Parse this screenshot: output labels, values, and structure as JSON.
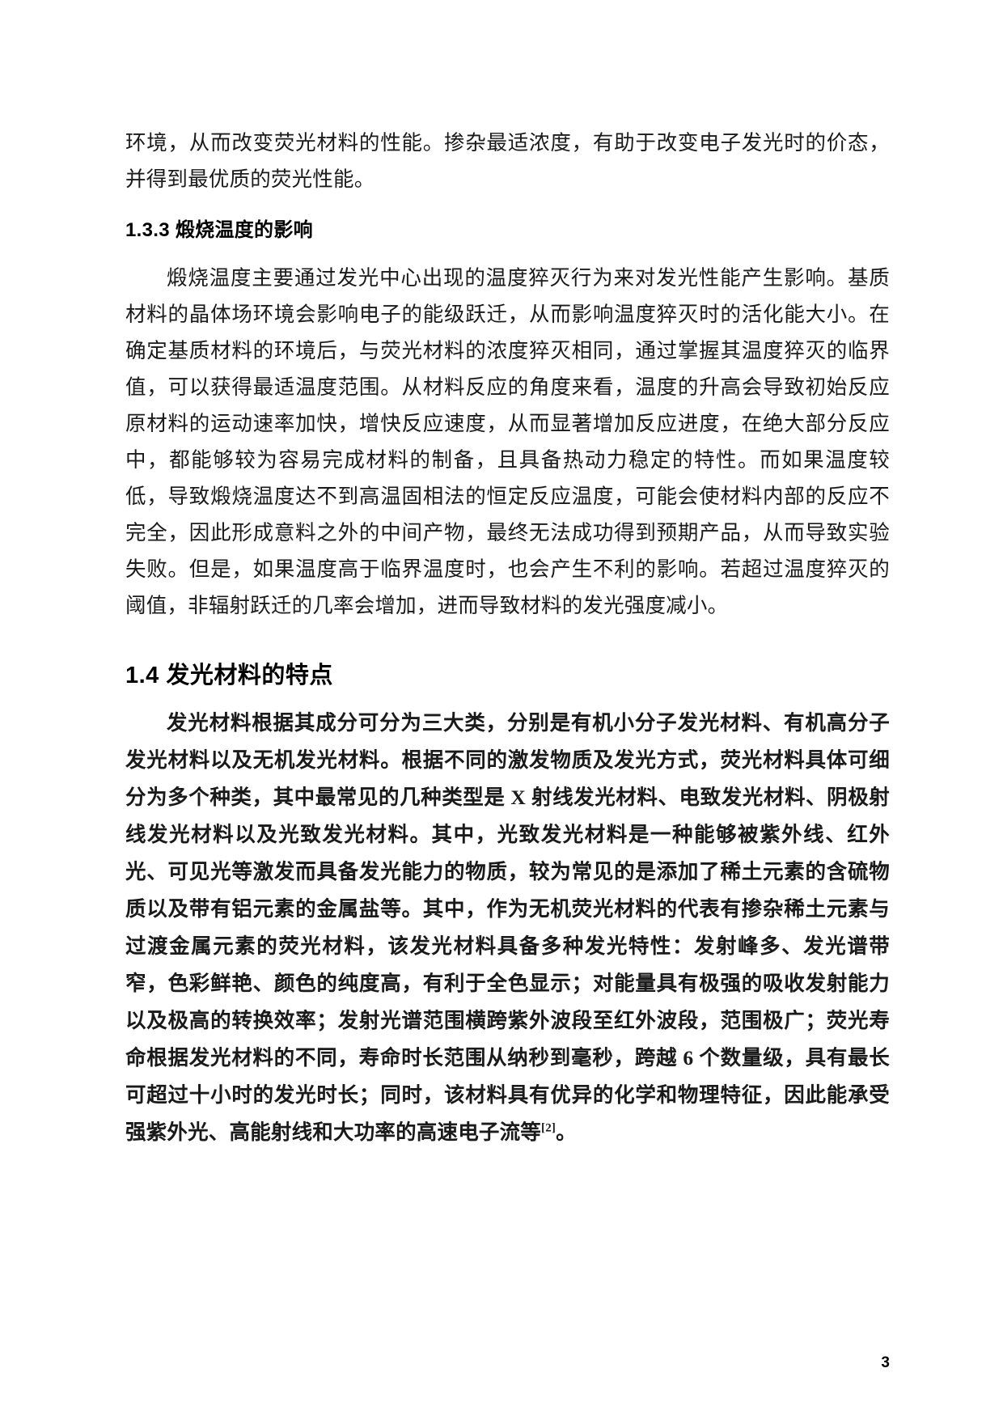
{
  "document": {
    "page_number": "3",
    "language": "zh-CN"
  },
  "blocks": {
    "continued_paragraph": "环境，从而改变荧光材料的性能。掺杂最适浓度，有助于改变电子发光时的价态，并得到最优质的荧光性能。",
    "heading_1_3_3": "1.3.3 煅烧温度的影响",
    "body_1_3_3": "煅烧温度主要通过发光中心出现的温度猝灭行为来对发光性能产生影响。基质材料的晶体场环境会影响电子的能级跃迁，从而影响温度猝灭时的活化能大小。在确定基质材料的环境后，与荧光材料的浓度猝灭相同，通过掌握其温度猝灭的临界值，可以获得最适温度范围。从材料反应的角度来看，温度的升高会导致初始反应原材料的运动速率加快，增快反应速度，从而显著增加反应进度，在绝大部分反应中，都能够较为容易完成材料的制备，且具备热动力稳定的特性。而如果温度较低，导致煅烧温度达不到高温固相法的恒定反应温度，可能会使材料内部的反应不完全，因此形成意料之外的中间产物，最终无法成功得到预期产品，从而导致实验失败。但是，如果温度高于临界温度时，也会产生不利的影响。若超过温度猝灭的阈值，非辐射跃迁的几率会增加，进而导致材料的发光强度减小。",
    "heading_1_4": "1.4 发光材料的特点",
    "body_1_4_main": "发光材料根据其成分可分为三大类，分别是有机小分子发光材料、有机高分子发光材料以及无机发光材料。根据不同的激发物质及发光方式，荧光材料具体可细分为多个种类，其中最常见的几种类型是 X 射线发光材料、电致发光材料、阴极射线发光材料以及光致发光材料。其中，光致发光材料是一种能够被紫外线、红外光、可见光等激发而具备发光能力的物质，较为常见的是添加了稀土元素的含硫物质以及带有铝元素的金属盐等。其中，作为无机荧光材料的代表有掺杂稀土元素与过渡金属元素的荧光材料，该发光材料具备多种发光特性：发射峰多、发光谱带窄，色彩鲜艳、颜色的纯度高，有利于全色显示；对能量具有极强的吸收发射能力以及极高的转换效率；发射光谱范围横跨紫外波段至红外波段，范围极广；荧光寿命根据发光材料的不同，寿命时长范围从纳秒到毫秒，跨越 6 个数量级，具有最长可超过十小时的发光时长；同时，该材料具有优异的化学和物理特征，因此能承受强紫外光、高能射线和大功率的高速电子流等",
    "body_1_4_reference": "[2]",
    "body_1_4_tail": "。"
  }
}
